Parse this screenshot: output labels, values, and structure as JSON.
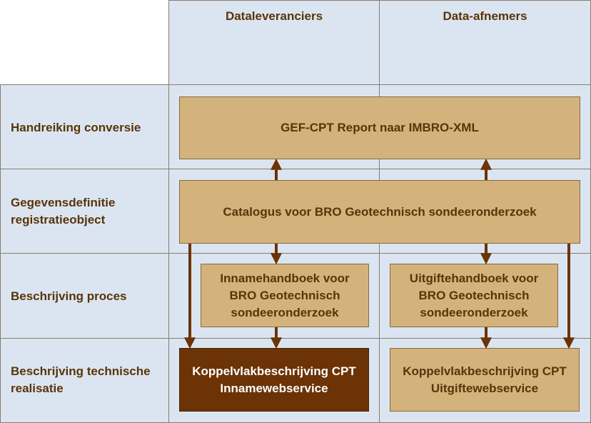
{
  "columns": {
    "left": "Dataleveranciers",
    "right": "Data-afnemers"
  },
  "rows": {
    "r1": "Handreiking conversie",
    "r2": "Gegevensdefinitie registratieobject",
    "r3": "Beschrijving proces",
    "r4": "Beschrijving technische realisatie"
  },
  "boxes": {
    "gef": "GEF-CPT Report naar IMBRO-XML",
    "catalogus": "Catalogus voor BRO Geotechnisch sondeeronderzoek",
    "inname_hb": "Innamehandboek voor BRO Geotechnisch sondeeronderzoek",
    "uitgifte_hb": "Uitgiftehandboek voor BRO Geotechnisch sondeeronderzoek",
    "koppel_inname": "Koppelvlakbeschrijving CPT Innamewebservice",
    "koppel_uitgifte": "Koppelvlakbeschrijving CPT Uitgiftewebservice"
  },
  "colors": {
    "cell": "#dbe5f1",
    "box": "#d3b27c",
    "box_dark": "#6b3306",
    "text": "#5a3408",
    "arrow": "#6b3306"
  }
}
